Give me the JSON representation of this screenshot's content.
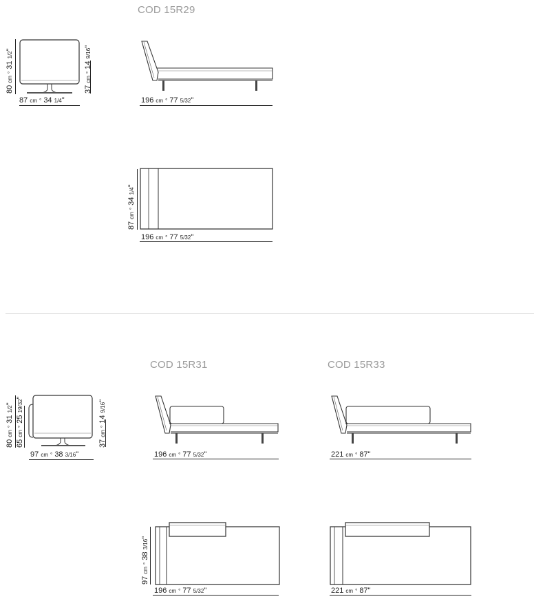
{
  "codes": [
    "COD 15R29",
    "COD 15R31",
    "COD 15R33"
  ],
  "sep": "°",
  "s1": {
    "front": {
      "height": {
        "cm": "80",
        "unit": "cm",
        "inch": "31",
        "frac": "1/2",
        "mark": "\""
      },
      "seat": {
        "cm": "37",
        "unit": "cm",
        "inch": "14",
        "frac": "9/16",
        "mark": "\""
      },
      "width": {
        "cm": "87",
        "unit": "cm",
        "inch": "34",
        "frac": "1/4",
        "mark": "\""
      }
    },
    "side": {
      "length": {
        "cm": "196",
        "unit": "cm",
        "inch": "77",
        "frac": "5/32",
        "mark": "\""
      }
    },
    "top": {
      "depth": {
        "cm": "87",
        "unit": "cm",
        "inch": "34",
        "frac": "1/4",
        "mark": "\""
      },
      "length": {
        "cm": "196",
        "unit": "cm",
        "inch": "77",
        "frac": "5/32",
        "mark": "\""
      }
    }
  },
  "s2": {
    "front": {
      "height": {
        "cm": "80",
        "unit": "cm",
        "inch": "31",
        "frac": "1/2",
        "mark": "\""
      },
      "arm": {
        "cm": "65",
        "unit": "cm",
        "inch": "25",
        "frac": "19/32",
        "mark": "\""
      },
      "seat": {
        "cm": "37",
        "unit": "cm",
        "inch": "14",
        "frac": "9/16",
        "mark": "\""
      },
      "width": {
        "cm": "97",
        "unit": "cm",
        "inch": "38",
        "frac": "3/16",
        "mark": "\""
      }
    },
    "r31": {
      "side": {
        "cm": "196",
        "unit": "cm",
        "inch": "77",
        "frac": "5/32",
        "mark": "\""
      },
      "top_depth": {
        "cm": "97",
        "unit": "cm",
        "inch": "38",
        "frac": "3/16",
        "mark": "\""
      },
      "top_length": {
        "cm": "196",
        "unit": "cm",
        "inch": "77",
        "frac": "5/32",
        "mark": "\""
      }
    },
    "r33": {
      "side": {
        "cm": "221",
        "unit": "cm",
        "inch": "87",
        "mark": "\""
      },
      "top_length": {
        "cm": "221",
        "unit": "cm",
        "inch": "87",
        "mark": "\""
      }
    }
  }
}
